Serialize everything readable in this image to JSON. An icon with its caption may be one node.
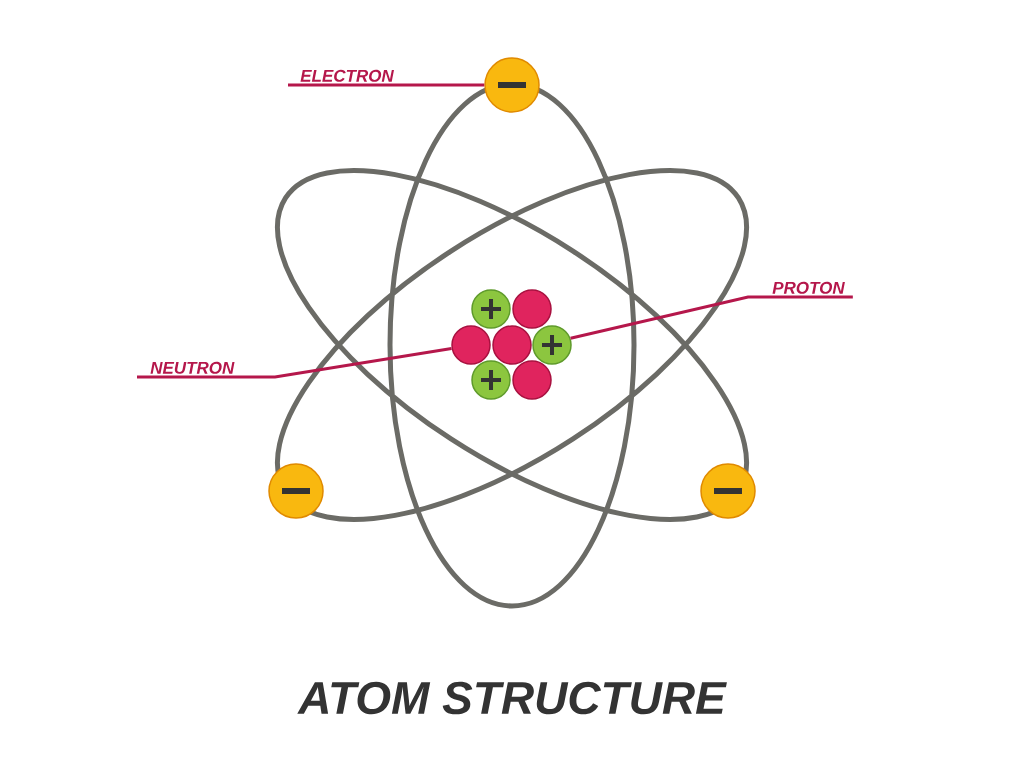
{
  "diagram": {
    "title": "ATOM STRUCTURE",
    "nodes": [
      {
        "text": [
          "ELECTRON"
        ]
      },
      {
        "text": [
          "PROTON"
        ]
      },
      {
        "text": [
          "NEUTRON"
        ]
      },
      {
        "text": [],
        "shape": "circle"
      },
      {
        "text": [],
        "shape": "circle"
      },
      {
        "text": [],
        "shape": "circle"
      },
      {
        "text": [],
        "shape": "circle"
      },
      {
        "text": [],
        "shape": "circle"
      },
      {
        "text": [],
        "shape": "circle"
      },
      {
        "text": [],
        "shape": "circle"
      },
      {
        "text": [],
        "shape": "circle"
      },
      {
        "text": [],
        "shape": "circle"
      },
      {
        "text": [],
        "shape": "circle"
      }
    ],
    "edges": [
      {
        "from": 0,
        "to": 3,
        "arrow": "none"
      },
      {
        "from": 1,
        "to": 10,
        "arrow": "none"
      },
      {
        "from": 2,
        "to": 8,
        "arrow": "none"
      }
    ]
  }
}
